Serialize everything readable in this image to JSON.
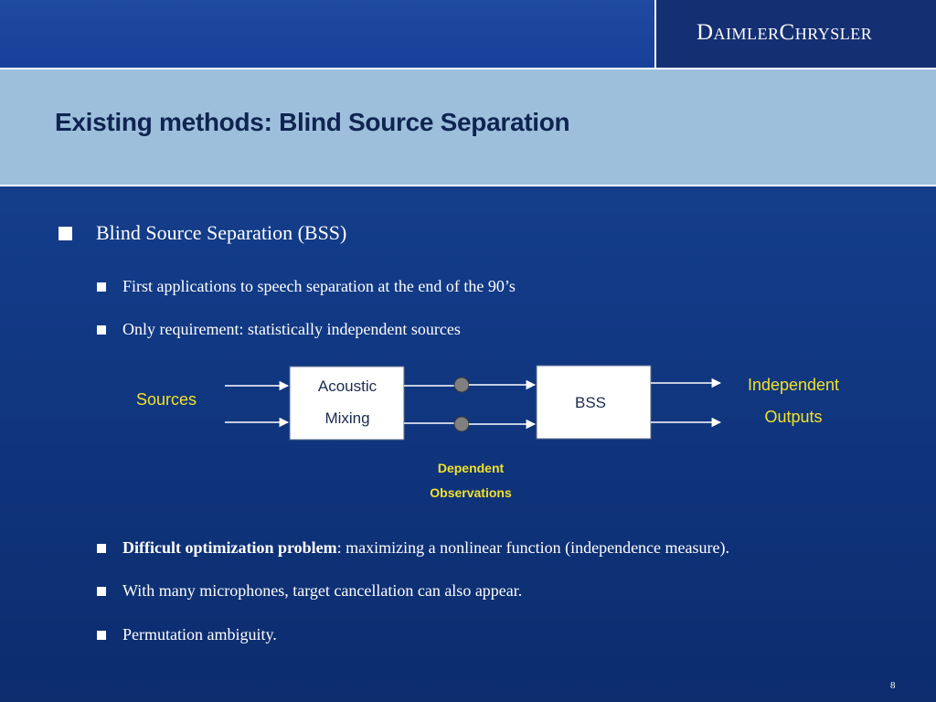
{
  "header": {
    "logo_text": "DaimlerChrysler"
  },
  "slide": {
    "title": "Existing methods: Blind Source Separation",
    "bullet_main": "Blind Source Separation (BSS)",
    "sub_bullets": [
      "First applications to speech separation at the end of the 90’s",
      "Only requirement: statistically independent sources"
    ],
    "lower_bullets": [
      {
        "bold": "Difficult optimization problem",
        "text": ": maximizing a nonlinear function (independence measure)."
      },
      {
        "bold": "",
        "text": "With many microphones, target cancellation can also appear."
      },
      {
        "bold": "",
        "text": "Permutation ambiguity."
      }
    ],
    "page_number": "8"
  },
  "diagram": {
    "sources_label": "Sources",
    "mixing_line1": "Acoustic",
    "mixing_line2": "Mixing",
    "bss_label": "BSS",
    "outputs_line1": "Independent",
    "outputs_line2": "Outputs",
    "observations_line1": "Dependent",
    "observations_line2": "Observations",
    "colors": {
      "label": "#f2e12a",
      "box_fill": "#ffffff",
      "box_text": "#1a2a50",
      "node": "#808080"
    }
  }
}
